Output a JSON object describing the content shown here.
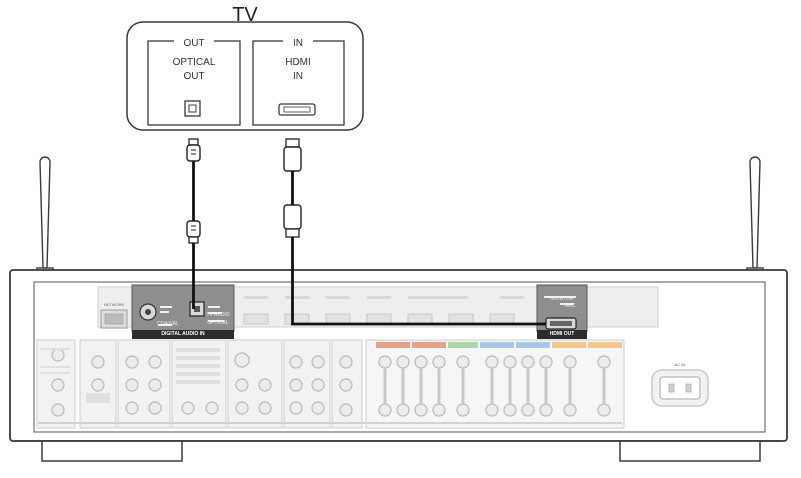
{
  "tv": {
    "title": "TV",
    "out_label": "OUT",
    "optical_label_line1": "OPTICAL",
    "optical_label_line2": "OUT",
    "in_label": "IN",
    "hdmi_label_line1": "HDMI",
    "hdmi_label_line2": "IN"
  },
  "receiver": {
    "digital_audio_in_label": "DIGITAL AUDIO IN",
    "coaxial_label": "COAXIAL",
    "tv_audio_label": "TV AUDIO",
    "optical_label": "OPTICAL",
    "monitor_label": "MONITOR",
    "arc_label": "ARC",
    "hdmi_out_label": "HDMI OUT",
    "network_label": "NETWORK",
    "ac_in_label": "AC IN"
  },
  "colors": {
    "line": "#3a3a3a",
    "cable": "#111111",
    "panel_light": "#e6e6e6",
    "panel_dark": "#8a8a8a",
    "speaker_red": "#e8a08a",
    "speaker_green": "#a8d8a8",
    "speaker_blue": "#a8c8e8",
    "speaker_orange": "#f0c890"
  }
}
